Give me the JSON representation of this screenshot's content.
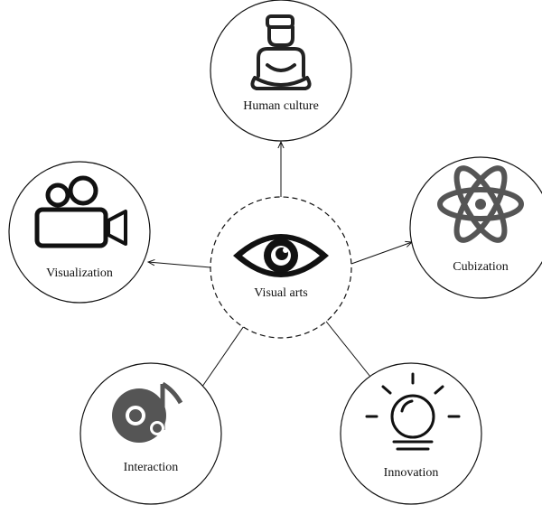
{
  "diagram": {
    "center": {
      "label": "Visual arts",
      "icon": "eye-icon"
    },
    "nodes": [
      {
        "id": "human-culture",
        "label": "Human culture",
        "icon": "meditating-person-icon"
      },
      {
        "id": "cubization",
        "label": "Cubization",
        "icon": "atom-icon"
      },
      {
        "id": "innovation",
        "label": "Innovation",
        "icon": "light-bulb-icon"
      },
      {
        "id": "interaction",
        "label": "Interaction",
        "icon": "music-disc-icon"
      },
      {
        "id": "visualization",
        "label": "Visualization",
        "icon": "movie-camera-icon"
      }
    ],
    "edges": [
      {
        "from": "visual-arts",
        "to": "human-culture"
      },
      {
        "from": "visual-arts",
        "to": "cubization"
      },
      {
        "from": "visual-arts",
        "to": "innovation"
      },
      {
        "from": "visual-arts",
        "to": "interaction"
      },
      {
        "from": "visual-arts",
        "to": "visualization"
      }
    ],
    "colors": {
      "stroke": "#111111",
      "icon_gray": "#555555",
      "background": "#ffffff"
    }
  }
}
